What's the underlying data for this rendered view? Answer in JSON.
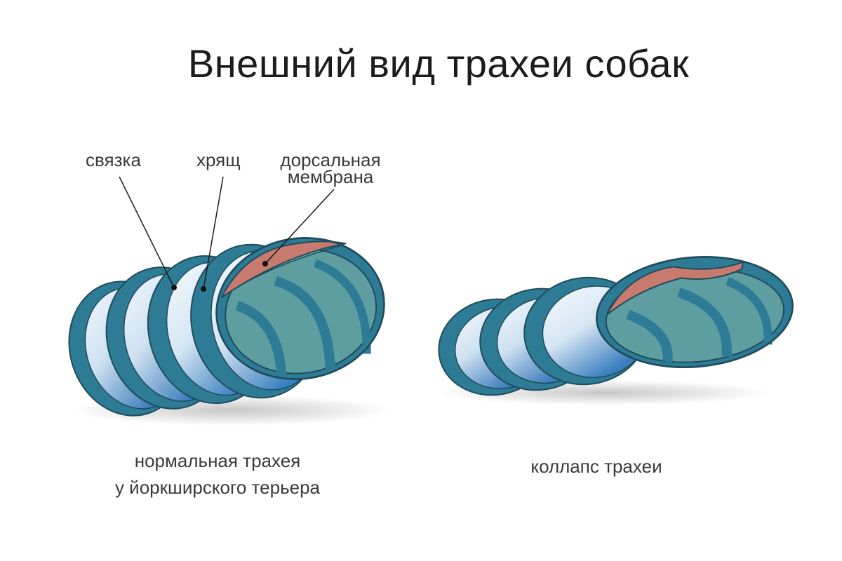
{
  "title": "Внешний вид трахеи собак",
  "labels": {
    "ligament": "связка",
    "cartilage": "хрящ",
    "membrane_line1": "дорсальная",
    "membrane_line2": "мембрана"
  },
  "captions": {
    "normal_line1": "нормальная трахея",
    "normal_line2": "у йоркширского терьера",
    "collapse": "коллапс трахеи"
  },
  "colors": {
    "ring": "#2e7b95",
    "ring_dark": "#235e72",
    "lumen": "#5e9ea0",
    "membrane": "#c87a6e",
    "ligament_light": "#e8f1f9",
    "ligament_dark": "#2f73b8",
    "outline": "#1f4c5c"
  }
}
